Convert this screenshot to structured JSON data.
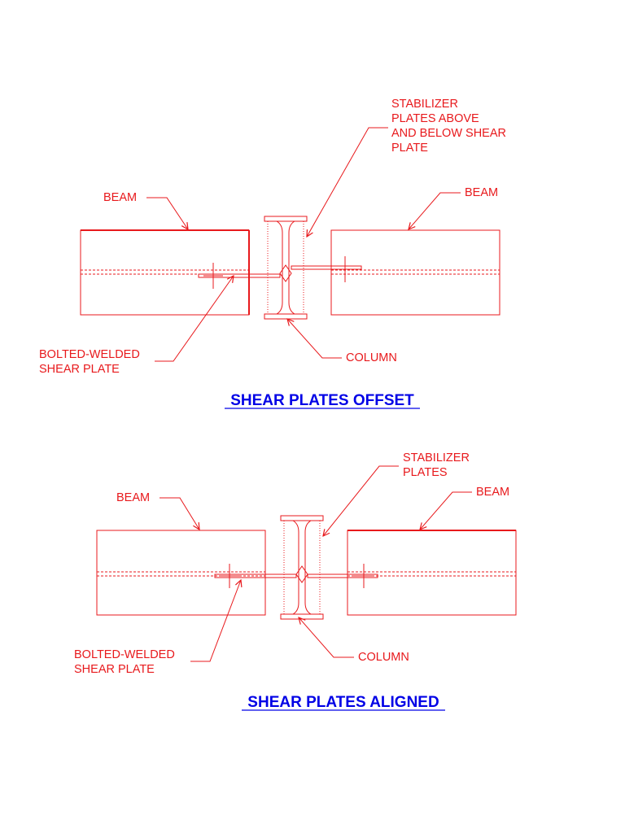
{
  "colors": {
    "drawing": "#e8191c",
    "title": "#0000e6",
    "background": "#ffffff"
  },
  "offset": {
    "title": "SHEAR PLATES OFFSET",
    "labels": {
      "beam_left": "BEAM",
      "beam_right": "BEAM",
      "stabilizer": [
        "STABILIZER",
        "PLATES ABOVE",
        "AND BELOW SHEAR",
        "PLATE"
      ],
      "shear_plate": [
        "BOLTED-WELDED",
        "SHEAR PLATE"
      ],
      "column": "COLUMN"
    }
  },
  "aligned": {
    "title": "SHEAR PLATES ALIGNED",
    "labels": {
      "beam_left": "BEAM",
      "beam_right": "BEAM",
      "stabilizer": [
        "STABILIZER",
        "PLATES"
      ],
      "shear_plate": [
        "BOLTED-WELDED",
        "SHEAR PLATE"
      ],
      "column": "COLUMN"
    }
  }
}
